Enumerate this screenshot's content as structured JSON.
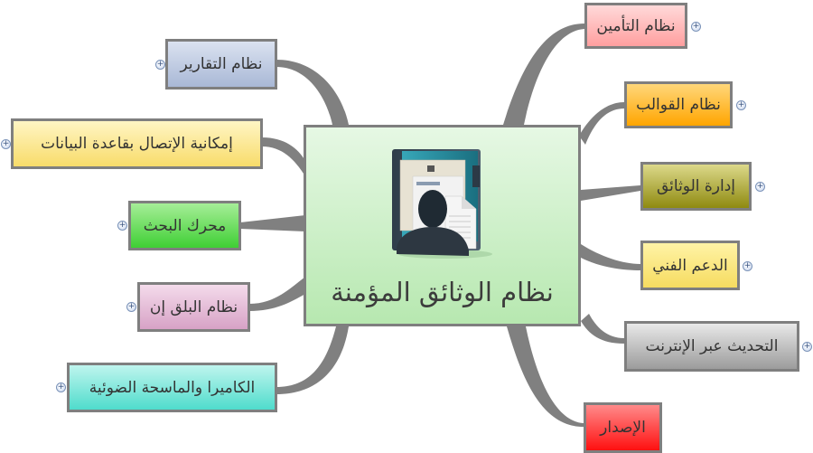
{
  "central": {
    "title": "نظام الوثائق المؤمنة",
    "icon": "document-folder-user-icon",
    "color_top": "#e6f8e4",
    "color_bottom": "#b7e8b0"
  },
  "left_nodes": [
    {
      "label": "نظام التقارير",
      "color_top": "#dbe2f0",
      "color_bottom": "#a9b8d6",
      "expand_icon": "plus-circle-icon"
    },
    {
      "label": "إمكانية الإتصال بقاعدة البيانات",
      "color_top": "#fff5c4",
      "color_bottom": "#f8dc6a",
      "expand_icon": "plus-circle-icon"
    },
    {
      "label": "محرك البحث",
      "color_top": "#a6ee98",
      "color_bottom": "#3fcf34",
      "expand_icon": "plus-circle-icon"
    },
    {
      "label": "نظام البلق إن",
      "color_top": "#f4dbeb",
      "color_bottom": "#d7a2c6",
      "expand_icon": "plus-circle-icon"
    },
    {
      "label": "الكاميرا والماسحة الضوئية",
      "color_top": "#bff5ee",
      "color_bottom": "#4fdccc",
      "expand_icon": "plus-circle-icon"
    }
  ],
  "right_nodes": [
    {
      "label": "نظام التأمين",
      "color_top": "#ffd9d9",
      "color_bottom": "#ff9f9f",
      "expand_icon": "plus-circle-icon"
    },
    {
      "label": "نظام القوالب",
      "color_top": "#ffd77a",
      "color_bottom": "#ffa500",
      "expand_icon": "plus-circle-icon"
    },
    {
      "label": "إدارة الوثائق",
      "color_top": "#dcd98a",
      "color_bottom": "#8f8a10",
      "expand_icon": "plus-circle-icon"
    },
    {
      "label": "الدعم الفني",
      "color_top": "#fff3a6",
      "color_bottom": "#f6dc60",
      "expand_icon": "plus-circle-icon"
    },
    {
      "label": "التحديث عبر الإنترنت",
      "color_top": "#e8e8e8",
      "color_bottom": "#9c9c9c",
      "expand_icon": "plus-circle-icon"
    },
    {
      "label": "الإصدار",
      "color_top": "#ff8a8a",
      "color_bottom": "#ff1010"
    }
  ],
  "connector_color": "#808080",
  "expand_symbol": "+"
}
